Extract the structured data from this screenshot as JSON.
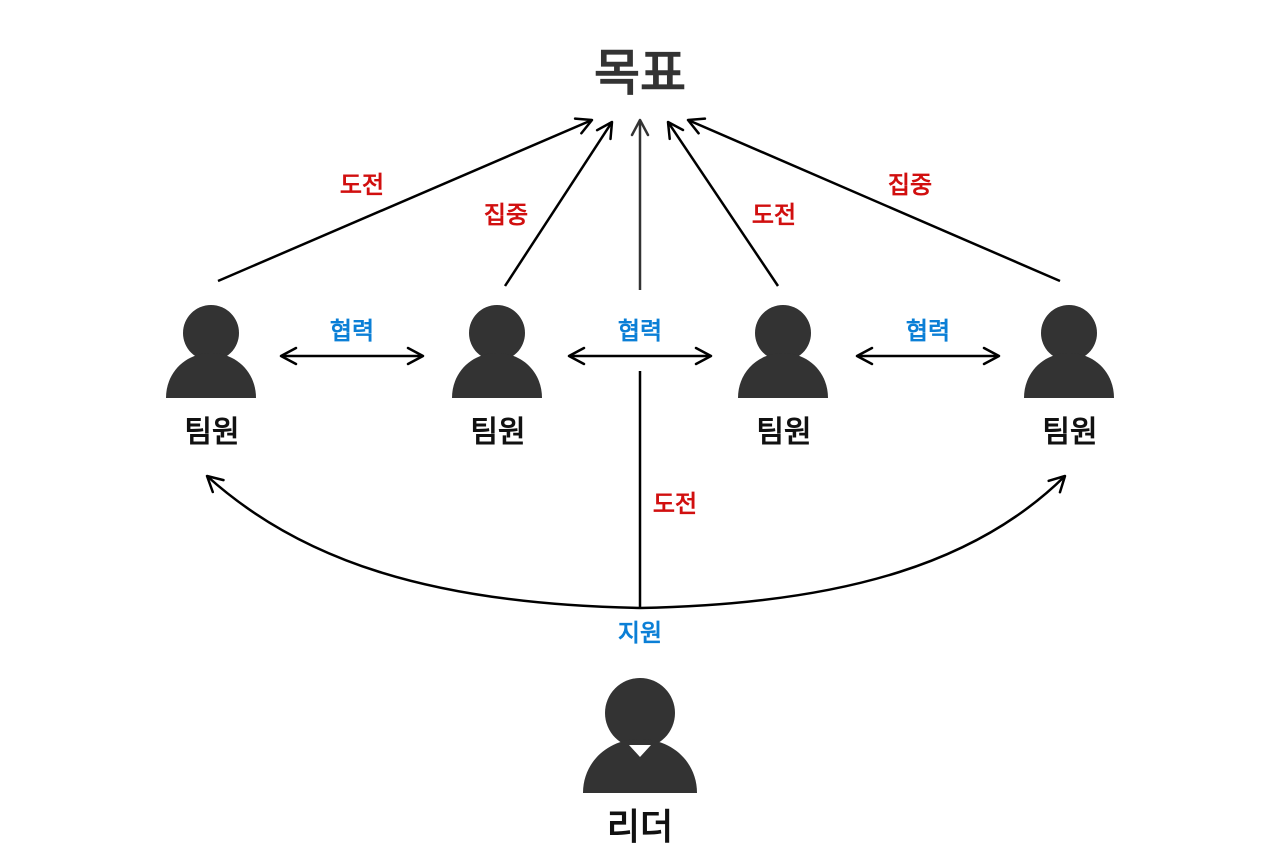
{
  "title": "목표",
  "members": [
    "팀원",
    "팀원",
    "팀원",
    "팀원"
  ],
  "leader": "리더",
  "relations": {
    "challenge_outer_left": "도전",
    "focus_inner_left": "집중",
    "challenge_inner_right": "도전",
    "focus_outer_right": "집중",
    "challenge_leader": "도전",
    "collab_1": "협력",
    "collab_2": "협력",
    "collab_3": "협력",
    "support": "지원"
  },
  "colors": {
    "icon": "#333333",
    "challenge_focus": "#d10f0f",
    "collab_support": "#0b7fd6",
    "line": "#000000"
  },
  "icon_names": {
    "member": "person-icon",
    "leader": "leader-person-icon"
  }
}
